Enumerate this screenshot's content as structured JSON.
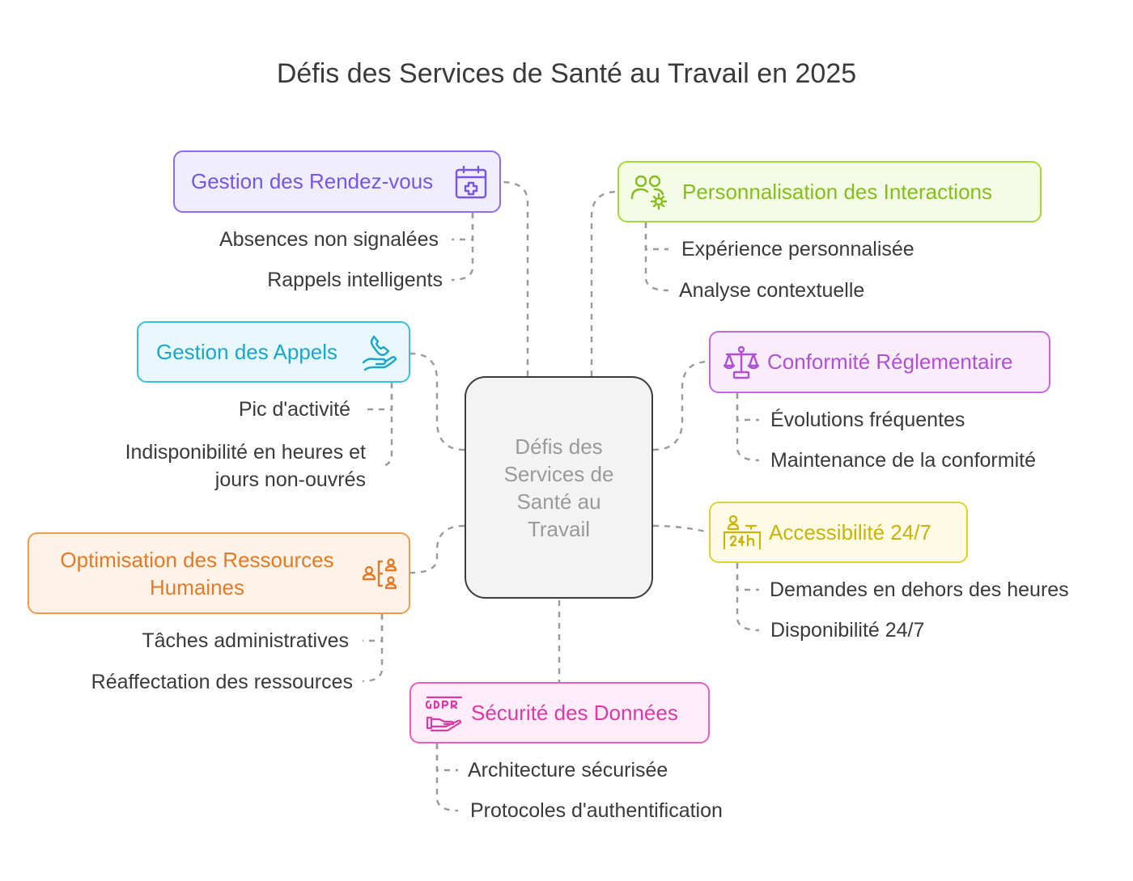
{
  "title": "Défis des Services de Santé au Travail en 2025",
  "center": {
    "label": "Défis des Services de Santé au Travail"
  },
  "branches": [
    {
      "label": "Gestion des Rendez-vous",
      "color": "#8b6cf0",
      "icon": "calendar-plus-icon",
      "items": [
        "Absences non signalées",
        "Rappels intelligents"
      ]
    },
    {
      "label": "Gestion des Appels",
      "color": "#3bbfe0",
      "icon": "hand-phone-icon",
      "items": [
        "Pic d'activité",
        "Indisponibilité en heures et jours non-ouvrés"
      ]
    },
    {
      "label": "Optimisation des Ressources Humaines",
      "color": "#f39a4f",
      "icon": "people-reassign-icon",
      "items": [
        "Tâches administratives",
        "Réaffectation des ressources"
      ]
    },
    {
      "label": "Sécurité des Données",
      "color": "#ea5dbd",
      "icon": "gdpr-hand-icon",
      "items": [
        "Architecture sécurisée",
        "Protocoles d'authentification"
      ]
    },
    {
      "label": "Personnalisation des Interactions",
      "color": "#a5d63a",
      "icon": "users-gear-icon",
      "items": [
        "Expérience personnalisée",
        "Analyse contextuelle"
      ]
    },
    {
      "label": "Conformité Réglementaire",
      "color": "#c368e0",
      "icon": "scales-icon",
      "items": [
        "Évolutions fréquentes",
        "Maintenance de la conformité"
      ]
    },
    {
      "label": "Accessibilité 24/7",
      "color": "#e0d22c",
      "icon": "24h-desk-icon",
      "items": [
        "Demandes en dehors des heures",
        "Disponibilité 24/7"
      ]
    }
  ]
}
